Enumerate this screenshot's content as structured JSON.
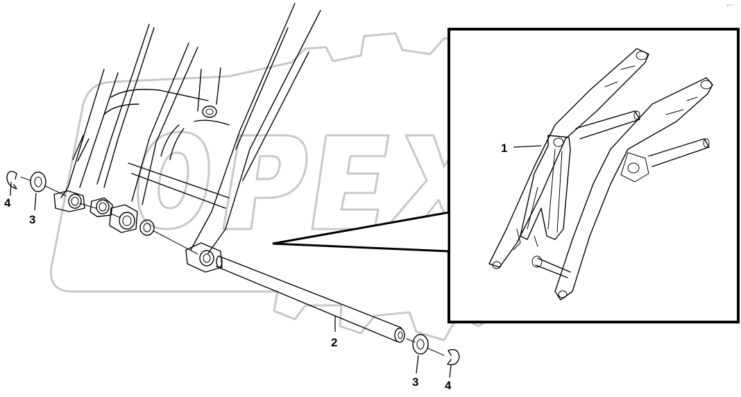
{
  "diagram": {
    "watermark_text": "OPEX",
    "callouts": {
      "part1": "1",
      "part2": "2",
      "part3_left": "3",
      "part4_left": "4",
      "part3_right": "3",
      "part4_right": "4"
    },
    "corner_mark": "r~"
  }
}
